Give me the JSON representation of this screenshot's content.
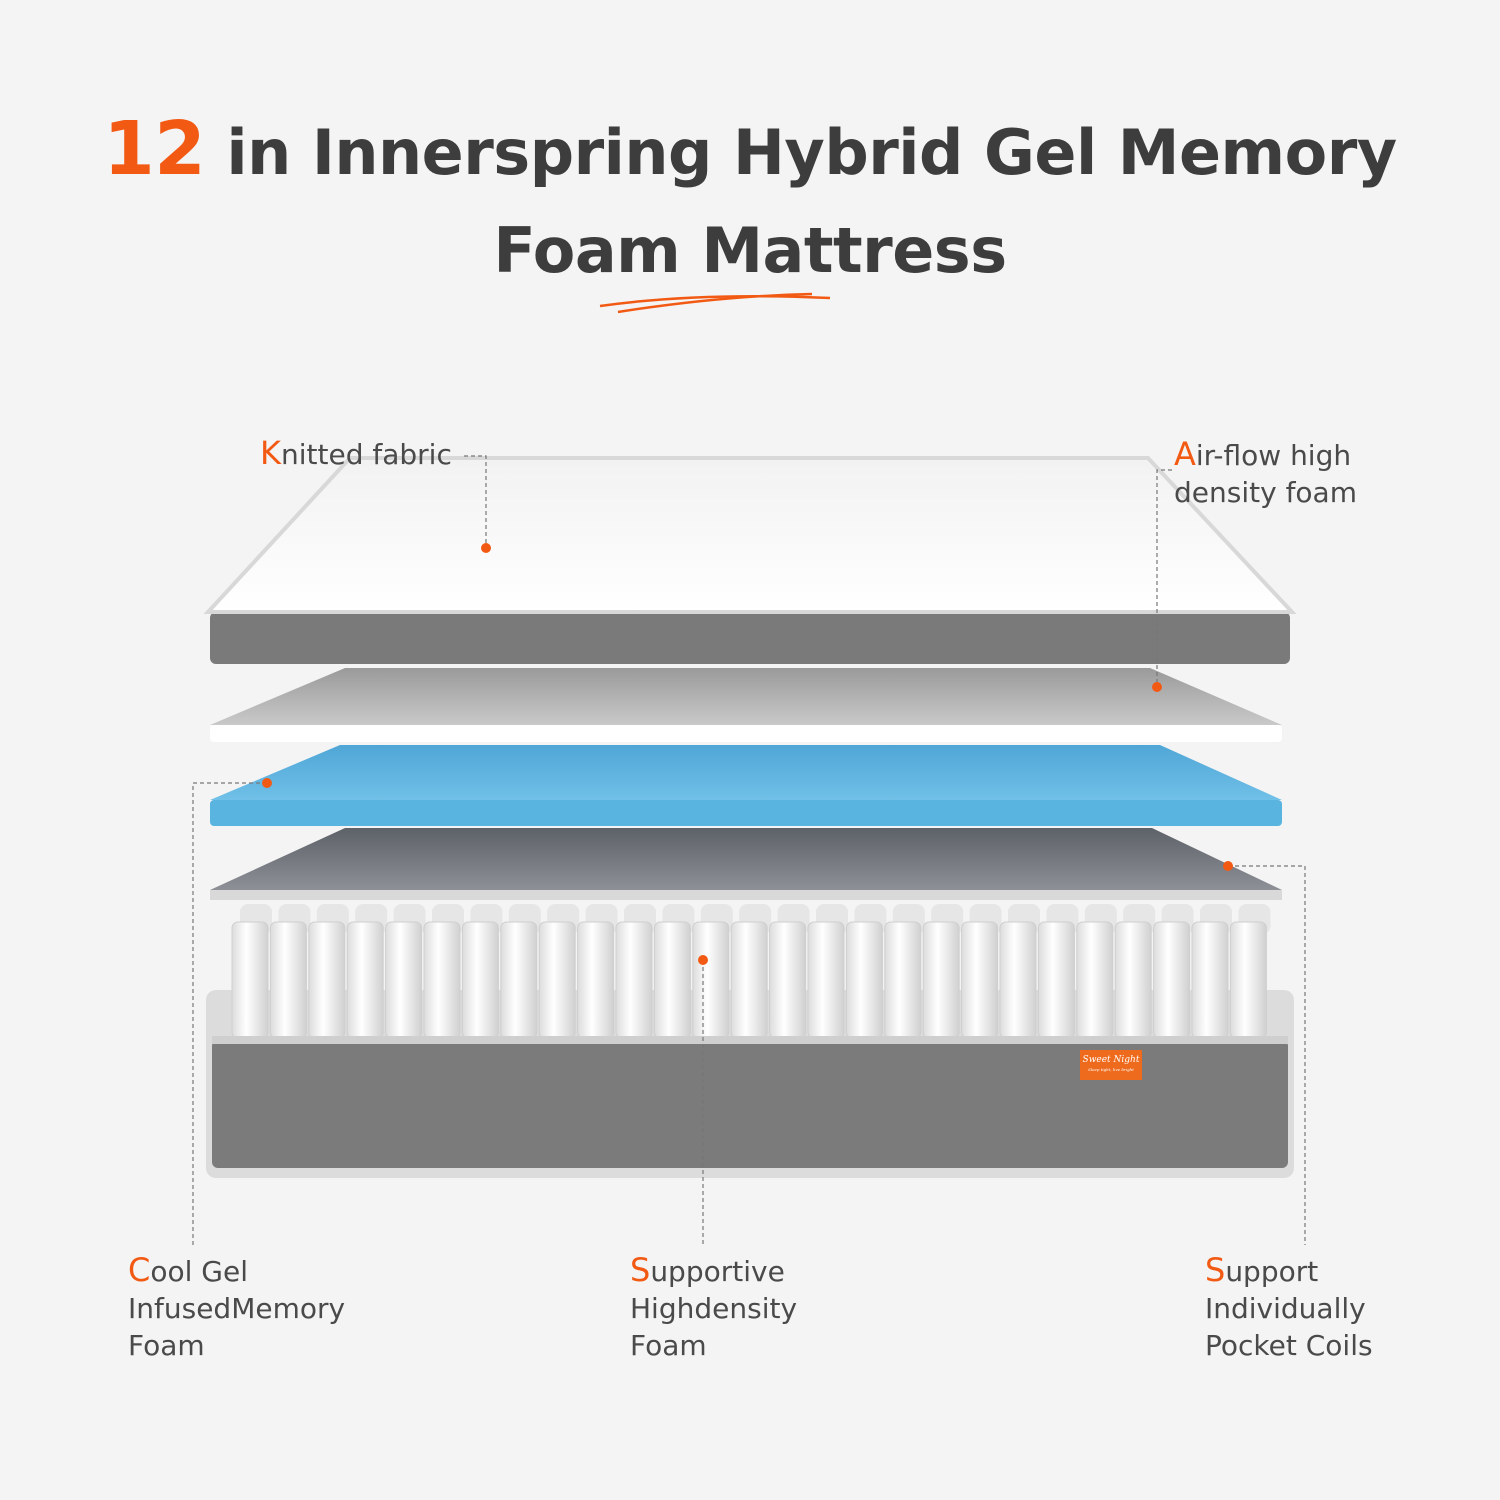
{
  "title": {
    "number": "12",
    "line1_rest": "in Innerspring Hybrid Gel Memory",
    "line2": "Foam Mattress"
  },
  "labels": {
    "knitted_fabric": {
      "first": "K",
      "rest": "nitted fabric"
    },
    "airflow": {
      "first": "A",
      "rest": "ir-flow high",
      "line2": "density foam"
    },
    "cool_gel": {
      "first": "C",
      "rest": "ool Gel",
      "line2": "InfusedMemory",
      "line3": "Foam"
    },
    "supportive": {
      "first": "S",
      "rest": "upportive",
      "line2": "Highdensity",
      "line3": "Foam"
    },
    "support_coils": {
      "first": "S",
      "rest": "upport",
      "line2": "Individually",
      "line3": "Pocket Coils"
    }
  },
  "logo": {
    "brand": "Sweet Night",
    "tagline": "Sleep tight, live bright"
  },
  "colors": {
    "accent": "#f25a14",
    "text": "#3d3d3d",
    "gel": "#5ab4e0",
    "fabric": "#7a7a7a"
  }
}
